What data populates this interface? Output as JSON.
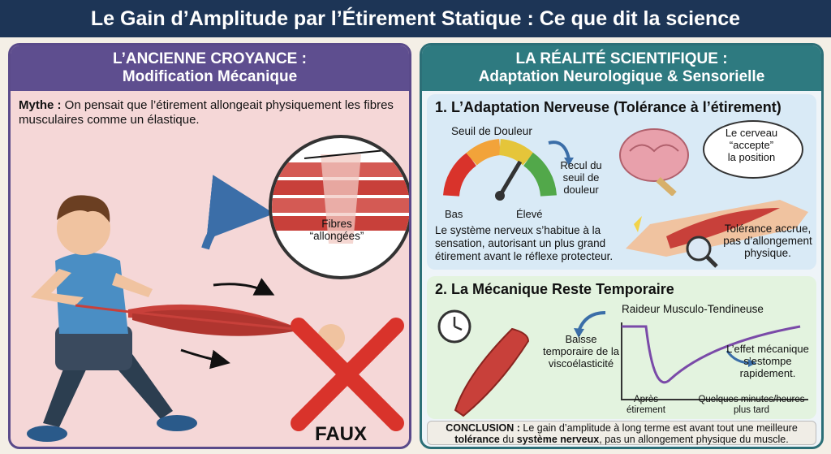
{
  "title": "Le Gain d’Amplitude par l’Étirement Statique : Ce que dit la science",
  "left": {
    "header_line1": "L’ANCIENNE CROYANCE :",
    "header_line2": "Modification Mécanique",
    "myth_label": "Mythe :",
    "myth_text": "On pensait que l’étirement allongeait physiquement les fibres musculaires comme un élastique.",
    "fibres_label_1": "Fibres",
    "fibres_label_2": "“allongées”",
    "faux": "FAUX"
  },
  "right": {
    "header_line1": "LA RÉALITÉ SCIENTIFIQUE :",
    "header_line2": "Adaptation Neurologique & Sensorielle",
    "section1": {
      "title": "1. L’Adaptation Nerveuse (Tolérance à l’étirement)",
      "gauge_title": "Seuil de Douleur",
      "gauge_low": "Bas",
      "gauge_high": "Élevé",
      "recul_1": "Recul du",
      "recul_2": "seuil de",
      "recul_3": "douleur",
      "body_text": "Le système nerveux s’habitue à la sensation, autorisant un plus grand étirement avant le réflexe protecteur.",
      "bubble_1": "Le cerveau",
      "bubble_2": "“accepte”",
      "bubble_3": "la position",
      "tolerance_1": "Tolérance accrue,",
      "tolerance_2": "pas d’allongement",
      "tolerance_3": "physique."
    },
    "section2": {
      "title": "2. La Mécanique Reste Temporaire",
      "graph_title": "Raideur Musculo-Tendineuse",
      "baisse_1": "Baisse",
      "baisse_2": "temporaire de la",
      "baisse_3": "viscoélasticité",
      "effet_1": "L’effet mécanique",
      "effet_2": "s’estompe",
      "effet_3": "rapidement.",
      "x_label_1a": "Après",
      "x_label_1b": "étirement",
      "x_label_2a": "Quelques minutes/heures",
      "x_label_2b": "plus tard"
    },
    "conclusion": {
      "label": "CONCLUSION :",
      "text1": "Le gain d’amplitude à long terme est avant tout une meilleure",
      "bold1": "tolérance",
      "text2": "du",
      "bold2": "système nerveux",
      "text3": ", pas un allongement physique du muscle."
    }
  },
  "colors": {
    "banner": "#1d3556",
    "left_header": "#5e4e8f",
    "right_header": "#2e7a80",
    "muscle": "#c8403a",
    "faux_cross": "#d9332b"
  }
}
